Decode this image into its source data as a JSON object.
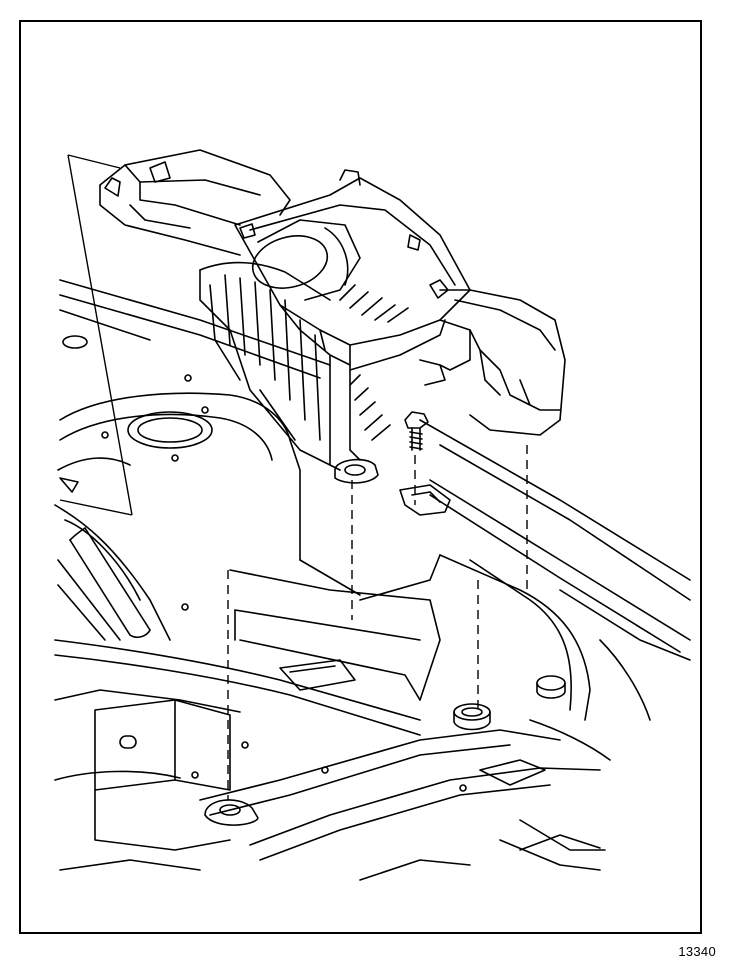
{
  "figure": {
    "number": "13340",
    "line_color": "#000000",
    "background": "#ffffff"
  },
  "icons": [
    "air-cleaner-assembly",
    "mounting-bolt",
    "grommet",
    "alignment-leader-lines"
  ]
}
